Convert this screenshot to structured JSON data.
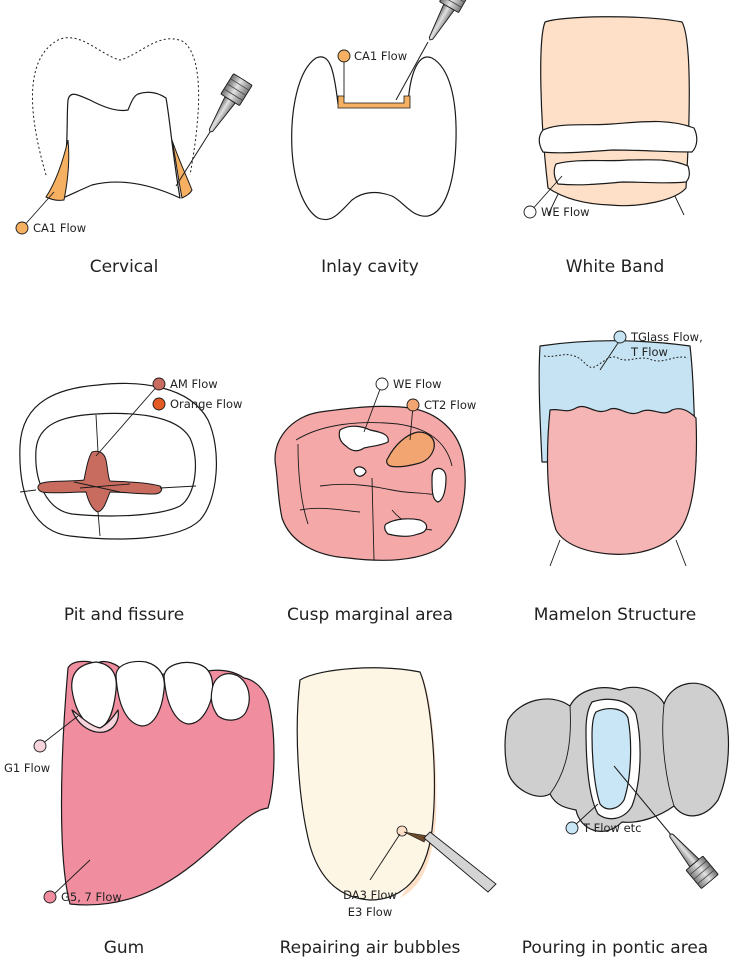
{
  "colors": {
    "ca1_flow": "#f5b062",
    "white": "#ffffff",
    "tooth_peach": "#fde0c7",
    "am_flow": "#c86c60",
    "orange_flow": "#e45a23",
    "cusp_pink": "#f4a9a8",
    "ct2_flow": "#f3a571",
    "tglass_blue": "#c5e3f3",
    "mamelon_pink": "#f5b5b4",
    "gum_pink": "#f08ea0",
    "g1_pink": "#f7d4db",
    "cream": "#fef6e4",
    "pontic_gray": "#cfcfcf",
    "pontic_blue": "#c8e6f5"
  },
  "panels": [
    {
      "id": "cervical",
      "caption": "Cervical",
      "labels": [
        "CA1 Flow"
      ]
    },
    {
      "id": "inlay-cavity",
      "caption": "Inlay cavity",
      "labels": [
        "CA1 Flow"
      ]
    },
    {
      "id": "white-band",
      "caption": "White Band",
      "labels": [
        "WE Flow"
      ]
    },
    {
      "id": "pit-and-fissure",
      "caption": "Pit and fissure",
      "labels": [
        "AM Flow",
        "Orange Flow"
      ]
    },
    {
      "id": "cusp-marginal-area",
      "caption": "Cusp marginal area",
      "labels": [
        "WE Flow",
        "CT2 Flow"
      ]
    },
    {
      "id": "mamelon-structure",
      "caption": "Mamelon Structure",
      "labels": [
        "TGlass Flow,",
        "T Flow"
      ]
    },
    {
      "id": "gum",
      "caption": "Gum",
      "labels": [
        "G1 Flow",
        "G5, 7 Flow"
      ]
    },
    {
      "id": "repairing-air-bubbles",
      "caption": "Repairing air bubbles",
      "labels": [
        "DA3 Flow",
        "E3 Flow"
      ]
    },
    {
      "id": "pouring-in-pontic-area",
      "caption": "Pouring in pontic area",
      "labels": [
        "T Flow etc"
      ]
    }
  ]
}
